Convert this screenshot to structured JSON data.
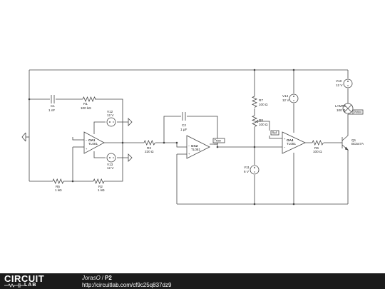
{
  "schematic": {
    "components": {
      "c1": {
        "name": "C1",
        "value": "1 nF"
      },
      "r1": {
        "name": "R1",
        "value": "100 kΩ"
      },
      "v12": {
        "name": "V12",
        "value": "12 V"
      },
      "oa1": {
        "name": "OA1",
        "model": "TL081"
      },
      "v13": {
        "name": "V13",
        "value": "12 V"
      },
      "r5": {
        "name": "R5",
        "value": "1 kΩ"
      },
      "r2": {
        "name": "R2",
        "value": "1 kΩ"
      },
      "r3": {
        "name": "R3",
        "value": "220 Ω"
      },
      "c2": {
        "name": "C2",
        "value": "1 µF"
      },
      "oa2": {
        "name": "OA2",
        "model": "TL081"
      },
      "r7": {
        "name": "R7",
        "value": "100 Ω"
      },
      "r8": {
        "name": "R8",
        "value": "100 Ω"
      },
      "v11": {
        "name": "V11",
        "value": "6 V"
      },
      "v14": {
        "name": "V14",
        "value": "12 V"
      },
      "oa4": {
        "name": "OA4",
        "model": "TL081"
      },
      "r6": {
        "name": "R6",
        "value": "100 Ω"
      },
      "v10": {
        "name": "V10",
        "value": "12 V"
      },
      "lamp1": {
        "name": "LAMP1",
        "value": "100 Ω"
      },
      "q1": {
        "name": "Q1",
        "model": "BC547A"
      }
    },
    "net_labels": {
      "trian": "Trian",
      "ref": "Ref",
      "pwm": "PWM"
    }
  },
  "footer": {
    "logo_main": "CIRCUIT",
    "logo_sub": "LAB",
    "author": "JorasO",
    "separator": "/",
    "title": "P2",
    "url": "http://circuitlab.com/cf9c25q837dz9"
  },
  "colors": {
    "footer_background": "#1b1b1b",
    "wire": "#444444",
    "background": "#ffffff"
  }
}
